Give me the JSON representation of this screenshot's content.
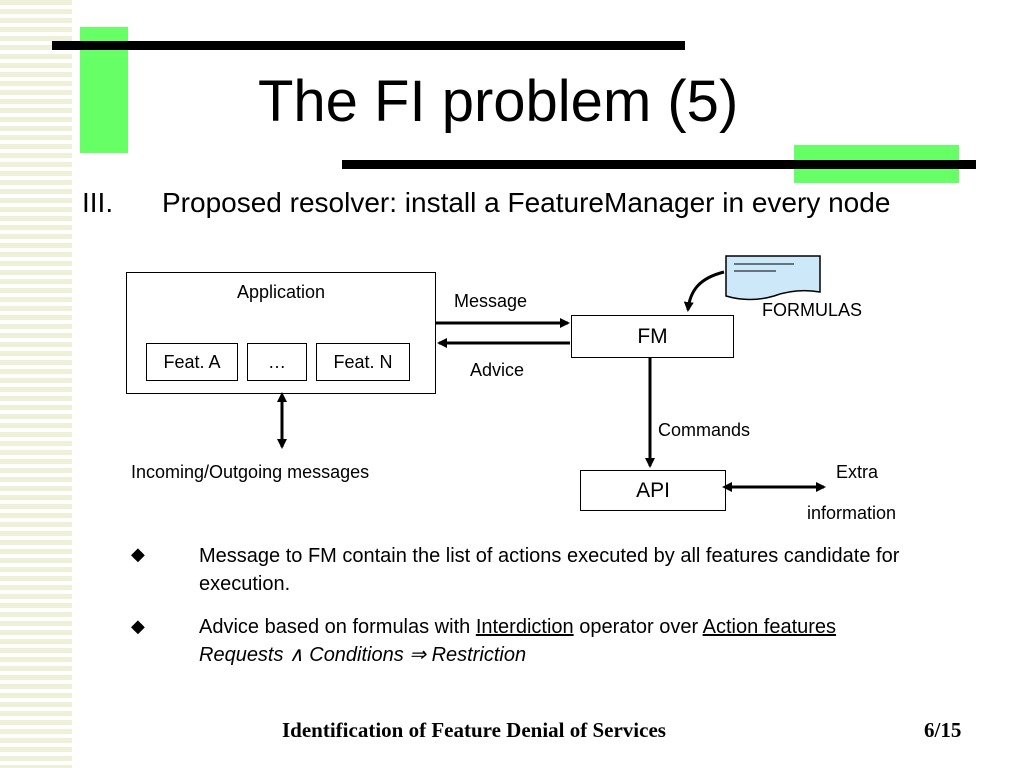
{
  "title": "The FI problem (5)",
  "section": {
    "number": "III.",
    "text": "Proposed resolver: install a FeatureManager in every node"
  },
  "diagram": {
    "application_label": "Application",
    "features": [
      "Feat. A",
      "…",
      "Feat. N"
    ],
    "fm_label": "FM",
    "api_label": "API",
    "formulas_label": "FORMULAS",
    "message_label": "Message",
    "advice_label": "Advice",
    "commands_label": "Commands",
    "incoming_label": "Incoming/Outgoing messages",
    "extra_line1": "Extra",
    "extra_line2": "information"
  },
  "bullets": [
    {
      "text": "Message to FM contain the list of actions executed by all features candidate for execution."
    },
    {
      "prefix": "Advice based on formulas with ",
      "link1": "Interdiction",
      "middle": " operator over ",
      "link2": "Action features",
      "formula": "Requests ∧ Conditions ⇒ Restriction"
    }
  ],
  "bullet_marker": "◆",
  "footer": {
    "title": "Identification of Feature Denial of Services",
    "page": "6/15"
  }
}
